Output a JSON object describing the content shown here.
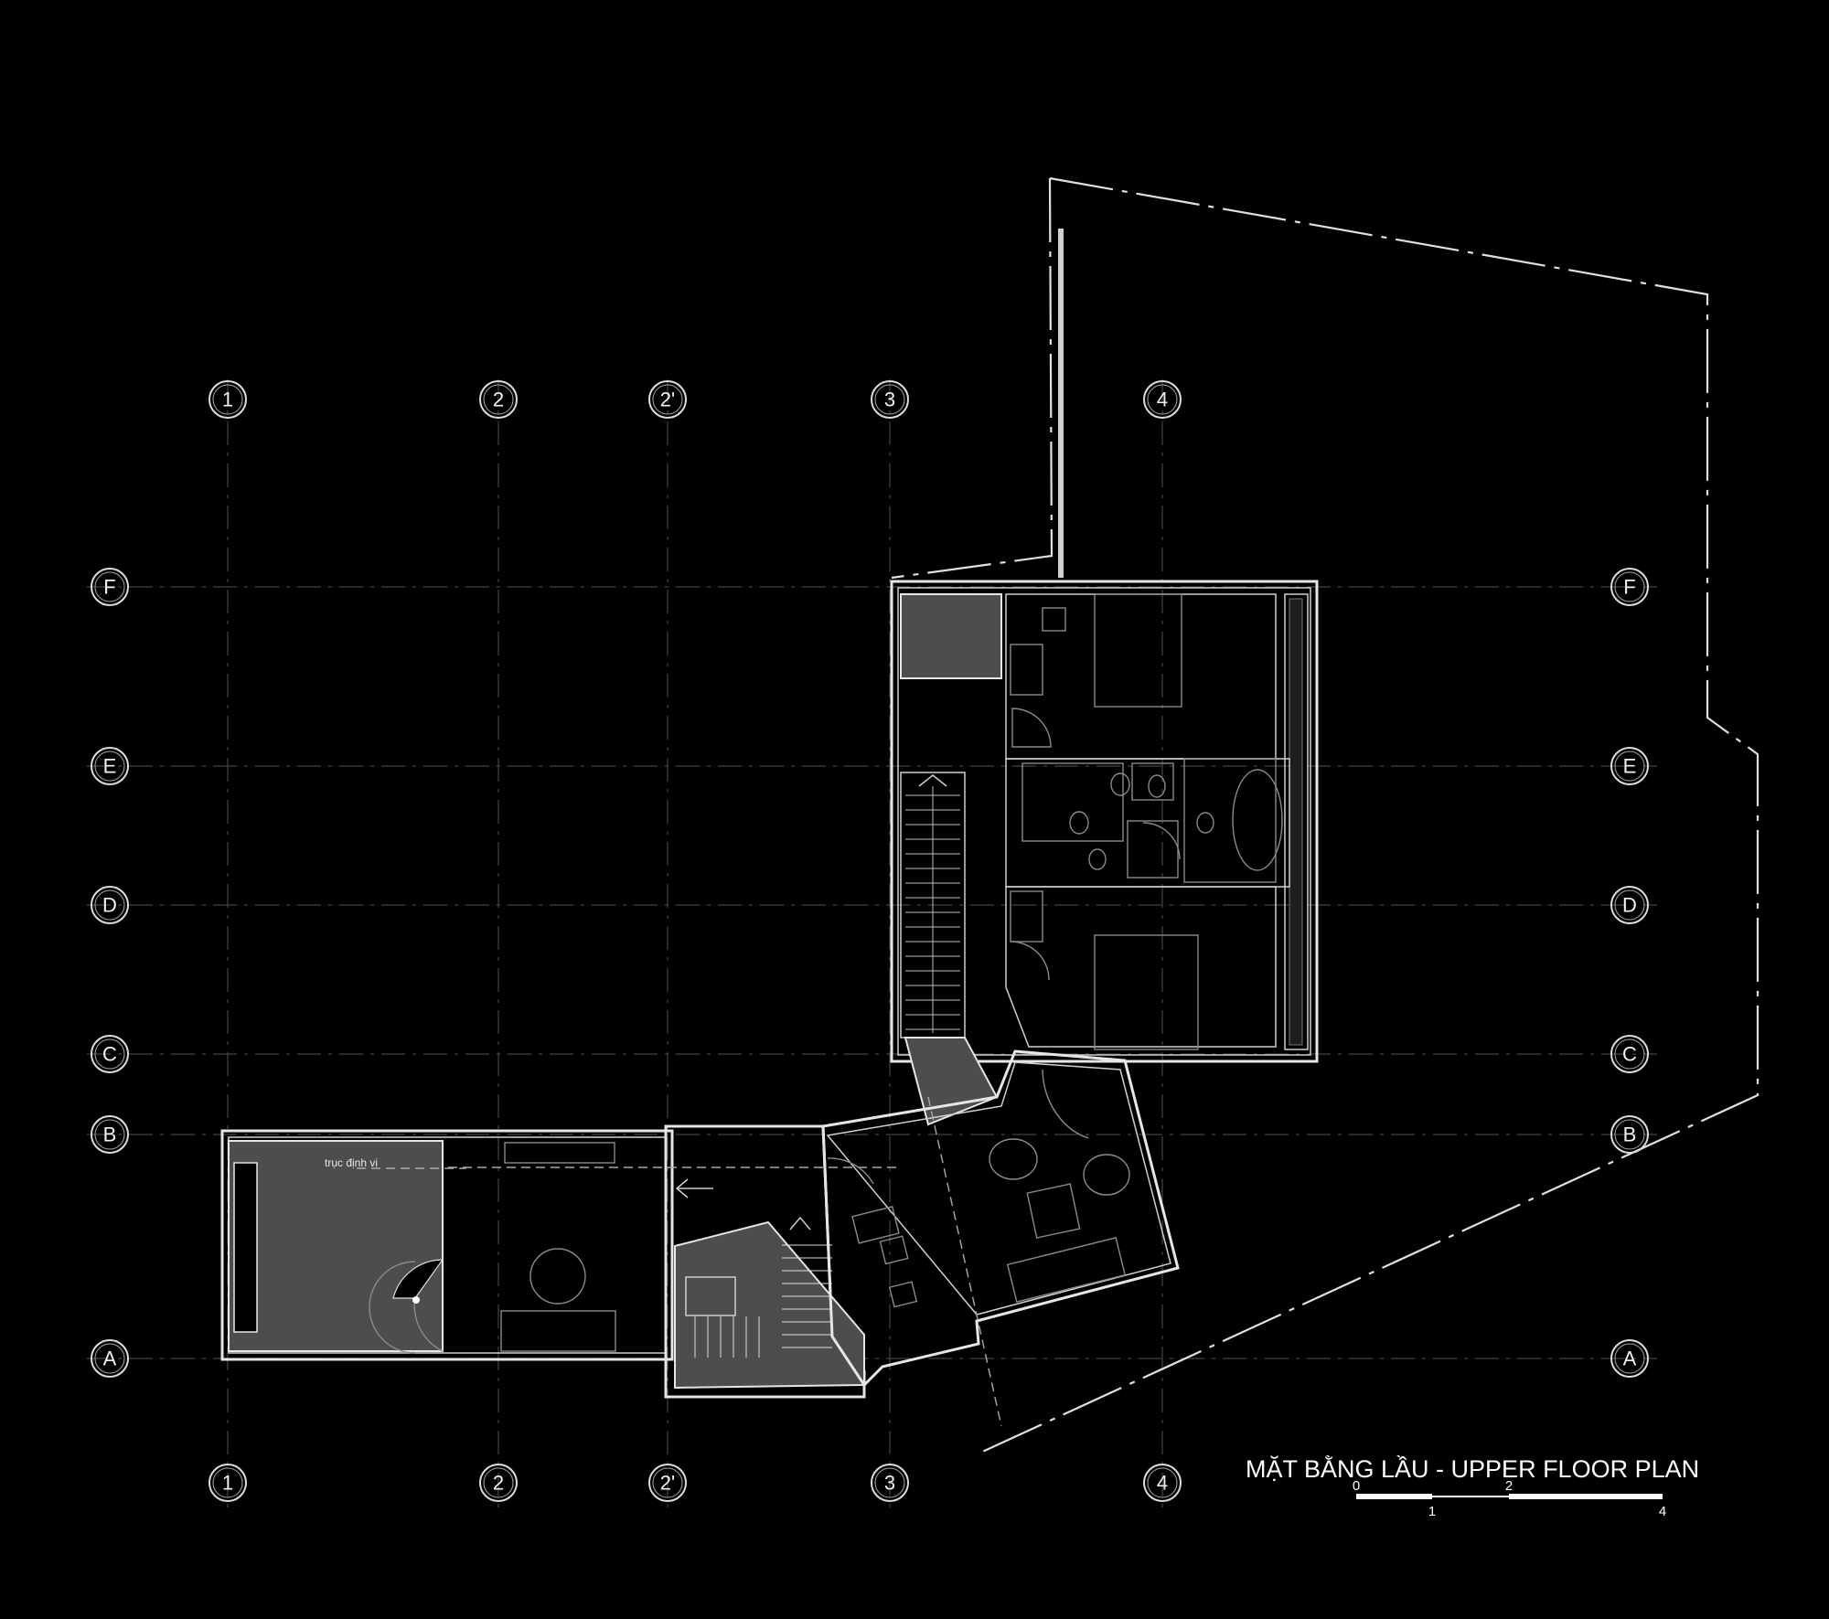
{
  "drawing": {
    "title": "MẶT BẰNG LẦU - UPPER FLOOR PLAN",
    "axis_label_note": "trục định vị"
  },
  "grid": {
    "columns": [
      "1",
      "2",
      "2'",
      "3",
      "4"
    ],
    "rows": [
      "F",
      "E",
      "D",
      "C",
      "B",
      "A"
    ]
  },
  "scale_bar": {
    "ticks": [
      "0",
      "1",
      "2",
      "4"
    ]
  },
  "colors": {
    "background": "#000000",
    "line": "#e6e6e6",
    "fill_grey": "#4d4d4d"
  }
}
